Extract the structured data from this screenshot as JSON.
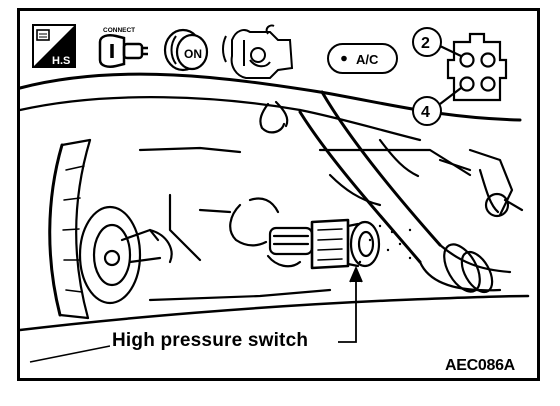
{
  "callout": {
    "text": "High pressure switch"
  },
  "figure_code": "AEC086A",
  "icons": {
    "hs_badge": {
      "name": "hs-badge-icon",
      "text": "H.S"
    },
    "connect": {
      "name": "connect-plug-icon",
      "text": "CONNECT"
    },
    "ignition": {
      "name": "ignition-key-on-icon",
      "text": "ON"
    },
    "engine": {
      "name": "engine-running-icon"
    },
    "ac": {
      "name": "ac-switch-icon",
      "text": "A/C"
    }
  },
  "connector": {
    "pin_top": "2",
    "pin_bottom": "4"
  },
  "colors": {
    "ink": "#000000",
    "paper": "#ffffff"
  }
}
